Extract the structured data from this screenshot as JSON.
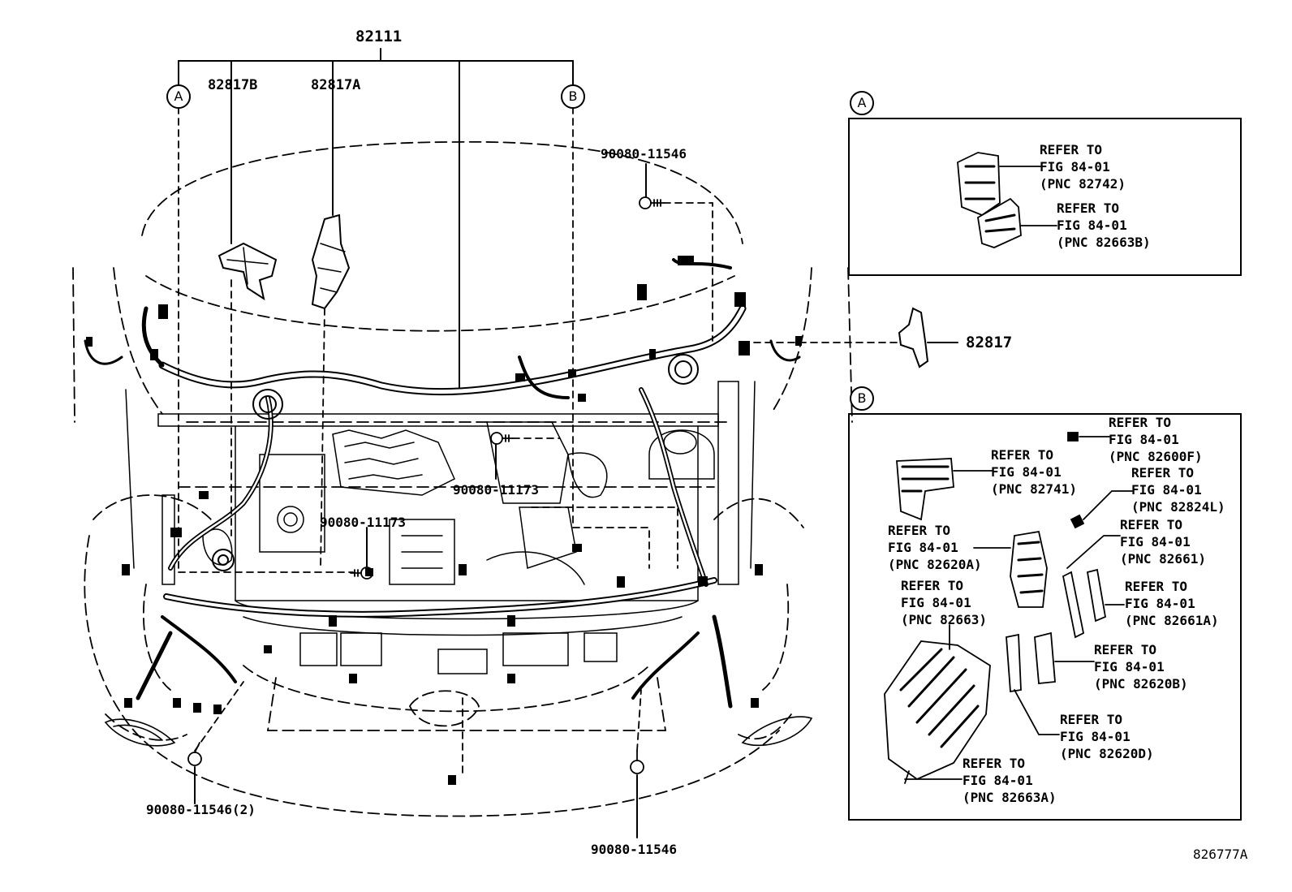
{
  "labels": {
    "main_harness": "82111",
    "clamp_b": "82817B",
    "clamp_a": "82817A",
    "bolt_top": "90080-11546",
    "bracket_right": "82817",
    "bolt_mid_right": "90080-11173",
    "bolt_mid_left": "90080-11173",
    "bolt_bottom_left": "90080-11546(2)",
    "bolt_bottom_center": "90080-11546",
    "figure_code": "826777A"
  },
  "markers": {
    "a": "A",
    "b": "B"
  },
  "panel_a": {
    "marker": "A",
    "refs": [
      {
        "line1": "REFER TO",
        "line2": "FIG 84-01",
        "line3": "(PNC 82742)"
      },
      {
        "line1": "REFER TO",
        "line2": "FIG 84-01",
        "line3": "(PNC 82663B)"
      }
    ]
  },
  "panel_b": {
    "marker": "B",
    "refs": [
      {
        "line1": "REFER TO",
        "line2": "FIG 84-01",
        "line3": "(PNC 82600F)"
      },
      {
        "line1": "REFER TO",
        "line2": "FIG 84-01",
        "line3": "(PNC 82741)"
      },
      {
        "line1": "REFER TO",
        "line2": "FIG 84-01",
        "line3": "(PNC 82824L)"
      },
      {
        "line1": "REFER TO",
        "line2": "FIG 84-01",
        "line3": "(PNC 82620A)"
      },
      {
        "line1": "REFER TO",
        "line2": "FIG 84-01",
        "line3": "(PNC 82661)"
      },
      {
        "line1": "REFER TO",
        "line2": "FIG 84-01",
        "line3": "(PNC 82663)"
      },
      {
        "line1": "REFER TO",
        "line2": "FIG 84-01",
        "line3": "(PNC 82661A)"
      },
      {
        "line1": "REFER TO",
        "line2": "FIG 84-01",
        "line3": "(PNC 82620B)"
      },
      {
        "line1": "REFER TO",
        "line2": "FIG 84-01",
        "line3": "(PNC 82620D)"
      },
      {
        "line1": "REFER TO",
        "line2": "FIG 84-01",
        "line3": "(PNC 82663A)"
      }
    ]
  }
}
